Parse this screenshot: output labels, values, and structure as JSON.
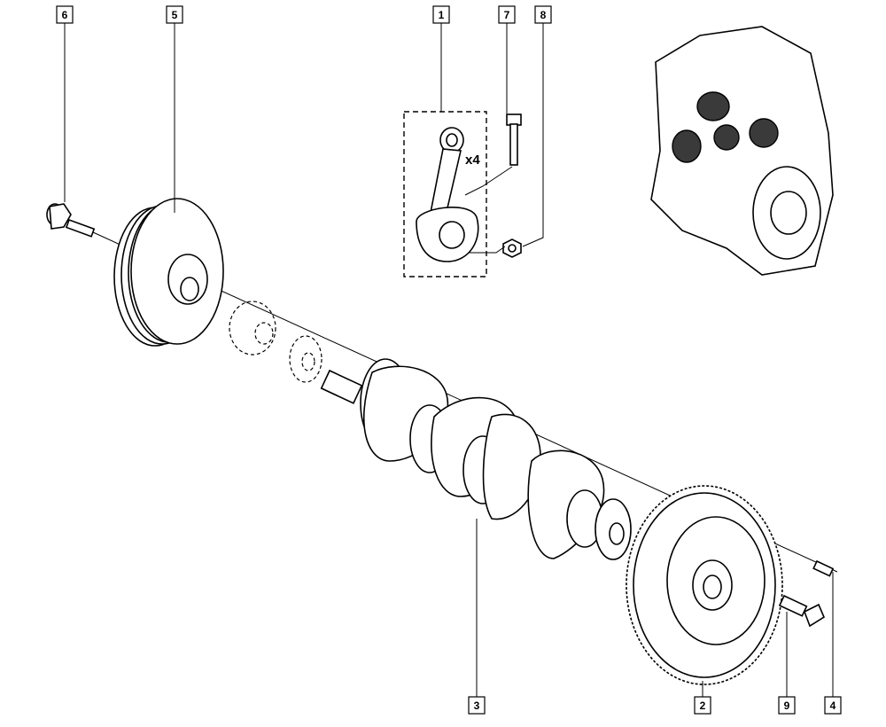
{
  "callouts": [
    {
      "id": "6",
      "label": "6"
    },
    {
      "id": "5",
      "label": "5"
    },
    {
      "id": "1",
      "label": "1"
    },
    {
      "id": "7",
      "label": "7"
    },
    {
      "id": "8",
      "label": "8"
    },
    {
      "id": "3",
      "label": "3"
    },
    {
      "id": "2",
      "label": "2"
    },
    {
      "id": "9",
      "label": "9"
    },
    {
      "id": "4",
      "label": "4"
    }
  ],
  "connecting_rod": {
    "quantity_label": "x4"
  }
}
